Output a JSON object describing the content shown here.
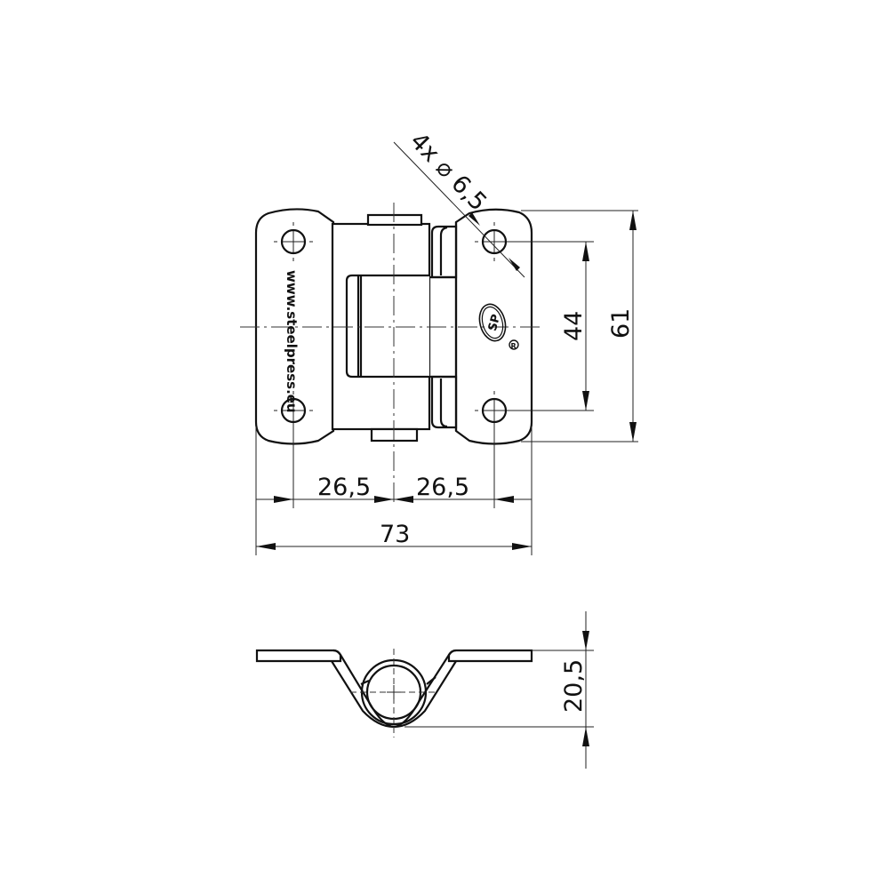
{
  "drawing": {
    "subject": "Lift-off hinge technical drawing",
    "units": "mm",
    "line_color": "#111111",
    "background": "#ffffff"
  },
  "plate_marking": "www.steelpress.eu",
  "logo": {
    "text": "SP",
    "registered_mark": "®"
  },
  "dimensions": {
    "holes": "4x ⌀ 6,5",
    "hole_spacing_vertical": "44",
    "overall_height": "61",
    "hole_to_axis_left": "26,5",
    "hole_to_axis_right": "26,5",
    "overall_width": "73",
    "side_view_height": "20,5"
  },
  "views": [
    {
      "name": "front-view",
      "label": ""
    },
    {
      "name": "side-view",
      "label": ""
    }
  ]
}
